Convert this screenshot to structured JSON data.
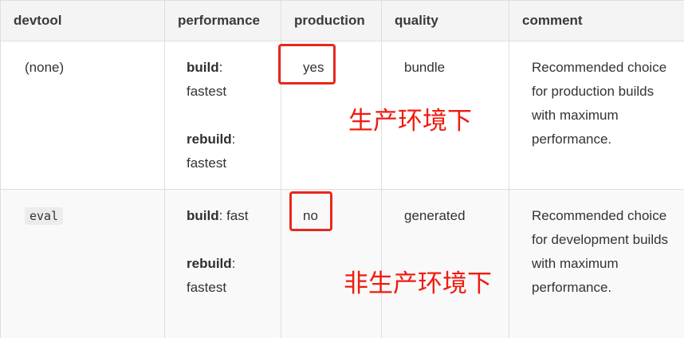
{
  "table": {
    "headers": [
      "devtool",
      "performance",
      "production",
      "quality",
      "comment"
    ],
    "rows": [
      {
        "devtool": "(none)",
        "build_label": "build",
        "build_value": "fastest",
        "rebuild_label": "rebuild",
        "rebuild_value": "fastest",
        "production": "yes",
        "quality": "bundle",
        "comment": "Recommended choice for production builds with maximum performance."
      },
      {
        "devtool": "eval",
        "build_label": "build",
        "build_value": "fast",
        "rebuild_label": "rebuild",
        "rebuild_value": "fastest",
        "production": "no",
        "quality": "generated",
        "comment": "Recommended choice for development builds with maximum performance."
      }
    ]
  },
  "annotations": {
    "production_note": "生产环境下",
    "non_production_note": "非生产环境下"
  },
  "colors": {
    "annotation": "#f01b10",
    "highlight_border": "#e8281c",
    "header_bg": "#f4f4f4"
  }
}
